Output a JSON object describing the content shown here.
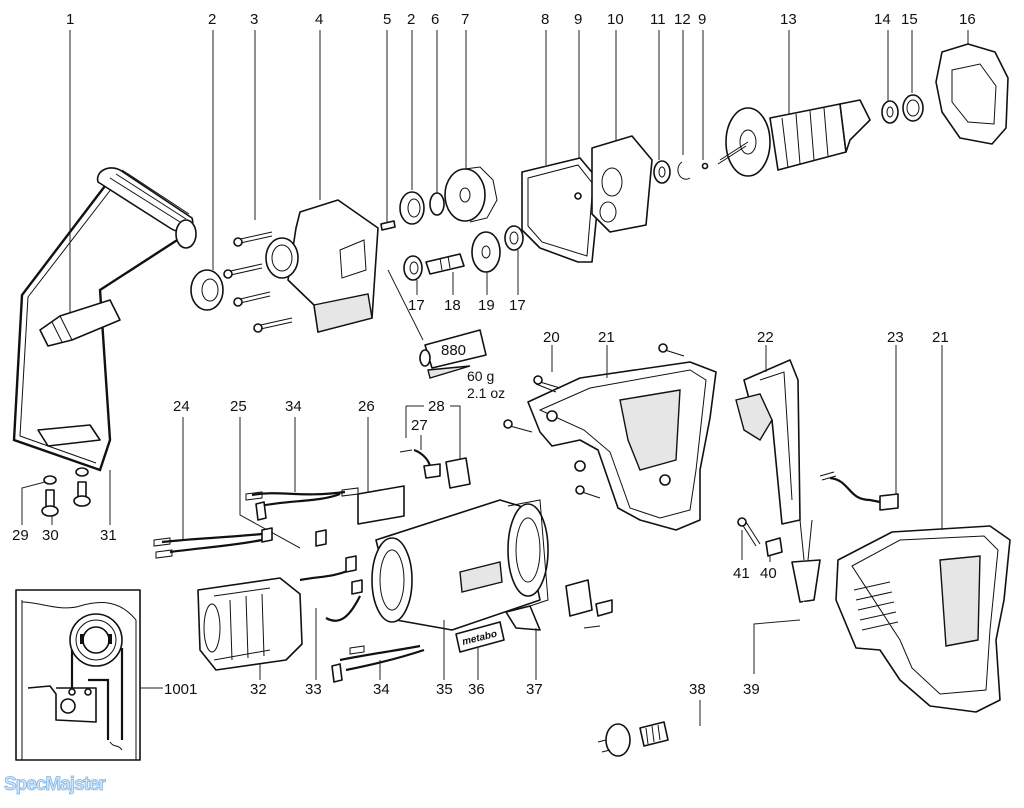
{
  "diagram": {
    "title": "Exploded parts diagram - power drill / mixer",
    "labels": {
      "p1": "1",
      "p2a": "2",
      "p3": "3",
      "p4": "4",
      "p5": "5",
      "p2b": "2",
      "p6": "6",
      "p7": "7",
      "p8": "8",
      "p9a": "9",
      "p10": "10",
      "p11": "11",
      "p12": "12",
      "p9b": "9",
      "p13": "13",
      "p14": "14",
      "p15": "15",
      "p16": "16",
      "p17a": "17",
      "p18": "18",
      "p19": "19",
      "p17b": "17",
      "p20": "20",
      "p21a": "21",
      "p22": "22",
      "p23": "23",
      "p21b": "21",
      "p24": "24",
      "p25": "25",
      "p34a": "34",
      "p26": "26",
      "p28": "28",
      "p27": "27",
      "p29": "29",
      "p30": "30",
      "p31": "31",
      "p41": "41",
      "p40": "40",
      "p1001": "1001",
      "p32": "32",
      "p33": "33",
      "p34b": "34",
      "p35": "35",
      "p36": "36",
      "p37": "37",
      "p38": "38",
      "p39": "39"
    },
    "grease": {
      "code": "880",
      "weight_metric": "60 g",
      "weight_imperial": "2.1 oz"
    },
    "brand_plate": "metabo",
    "watermark": "SpecMajster"
  }
}
